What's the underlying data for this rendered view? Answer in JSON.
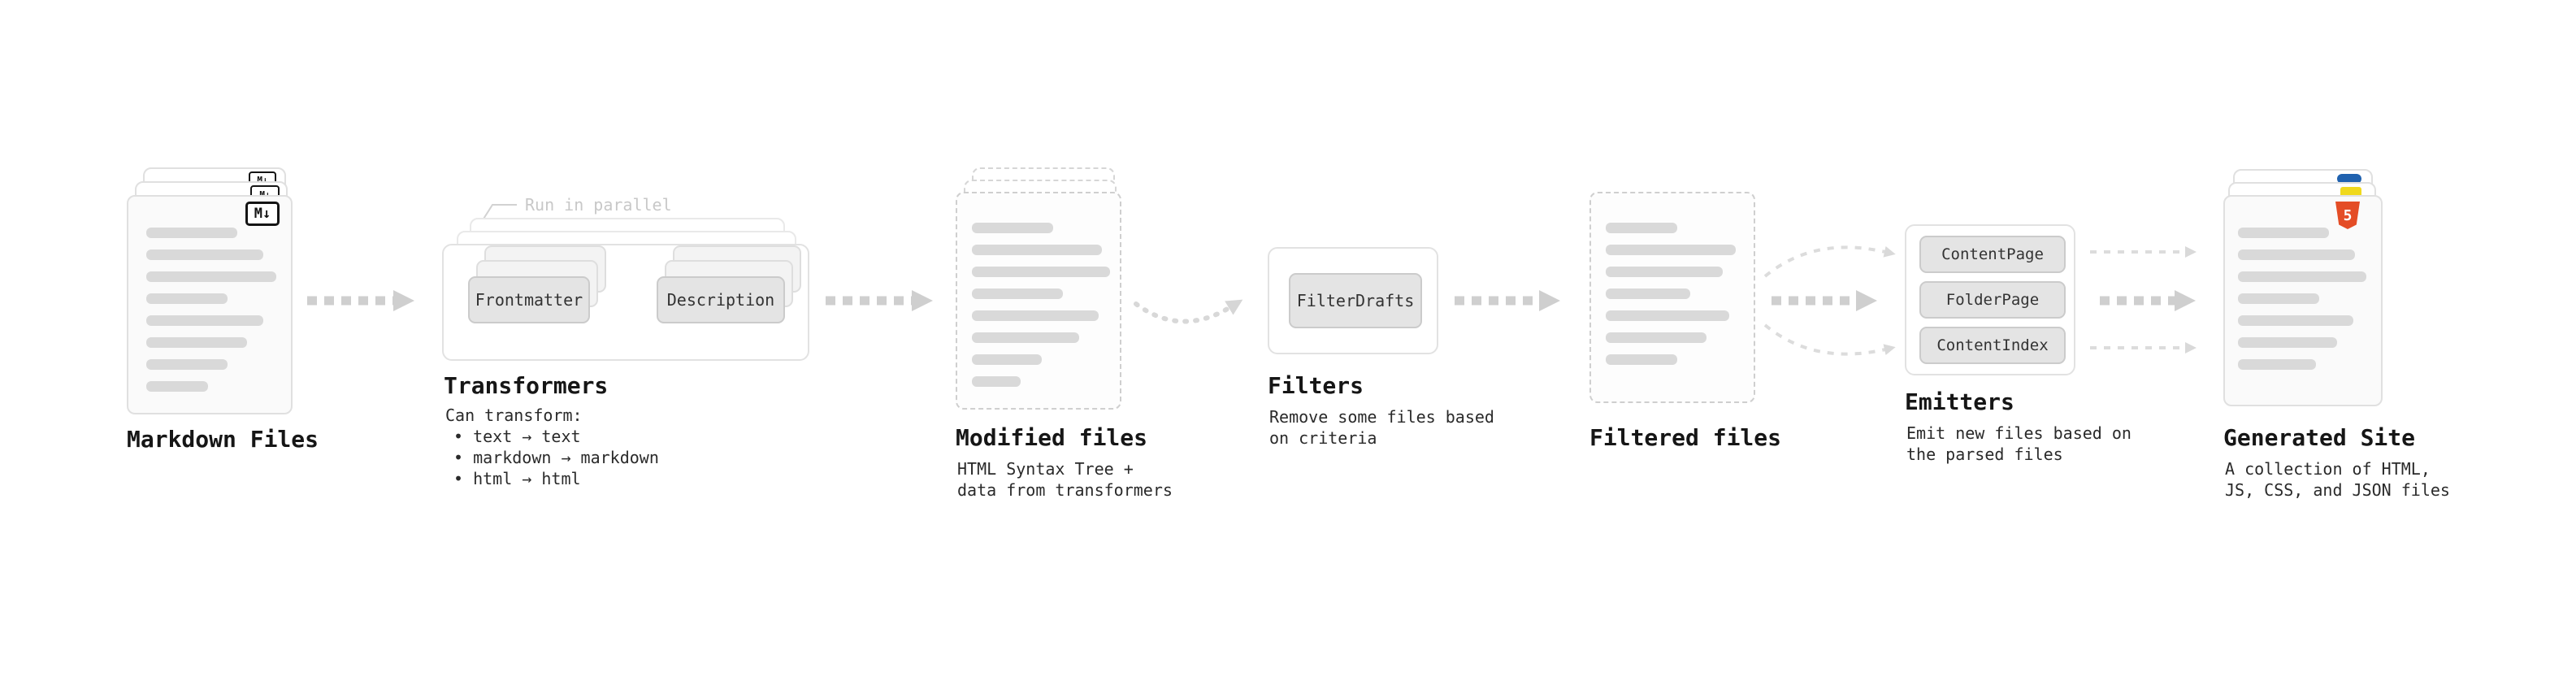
{
  "diagram": {
    "markdown_files": {
      "label": "Markdown Files",
      "badge": "M↓"
    },
    "transformers": {
      "label": "Transformers",
      "parallel_note": "Run in parallel",
      "boxes": [
        "Frontmatter",
        "Description"
      ],
      "desc_title": "Can transform:",
      "bullets": [
        "• text → text",
        "• markdown → markdown",
        "• html → html"
      ]
    },
    "modified_files": {
      "label": "Modified files",
      "desc": [
        "HTML Syntax Tree +",
        "data from transformers"
      ]
    },
    "filters": {
      "label": "Filters",
      "boxes": [
        "FilterDrafts"
      ],
      "desc": [
        "Remove some files based",
        "on criteria"
      ]
    },
    "filtered_files": {
      "label": "Filtered files"
    },
    "emitters": {
      "label": "Emitters",
      "boxes": [
        "ContentPage",
        "FolderPage",
        "ContentIndex"
      ],
      "desc": [
        "Emit new files based on",
        "the parsed files"
      ]
    },
    "generated_site": {
      "label": "Generated Site",
      "badge": "5",
      "desc": [
        "A collection of HTML,",
        "JS, CSS, and JSON files"
      ]
    }
  },
  "colors": {
    "arrow_bold": "#cfcfcf",
    "arrow_light": "#dcdcdc",
    "bar": "#d9d9d9",
    "card_border": "#e0e0e0",
    "chip_fill": "#e4e4e4",
    "html5_orange": "#e44d26",
    "css_blue": "#2062af",
    "js_yellow": "#f0d91d",
    "text": "#161616",
    "note_gray": "#c8c8c8"
  }
}
